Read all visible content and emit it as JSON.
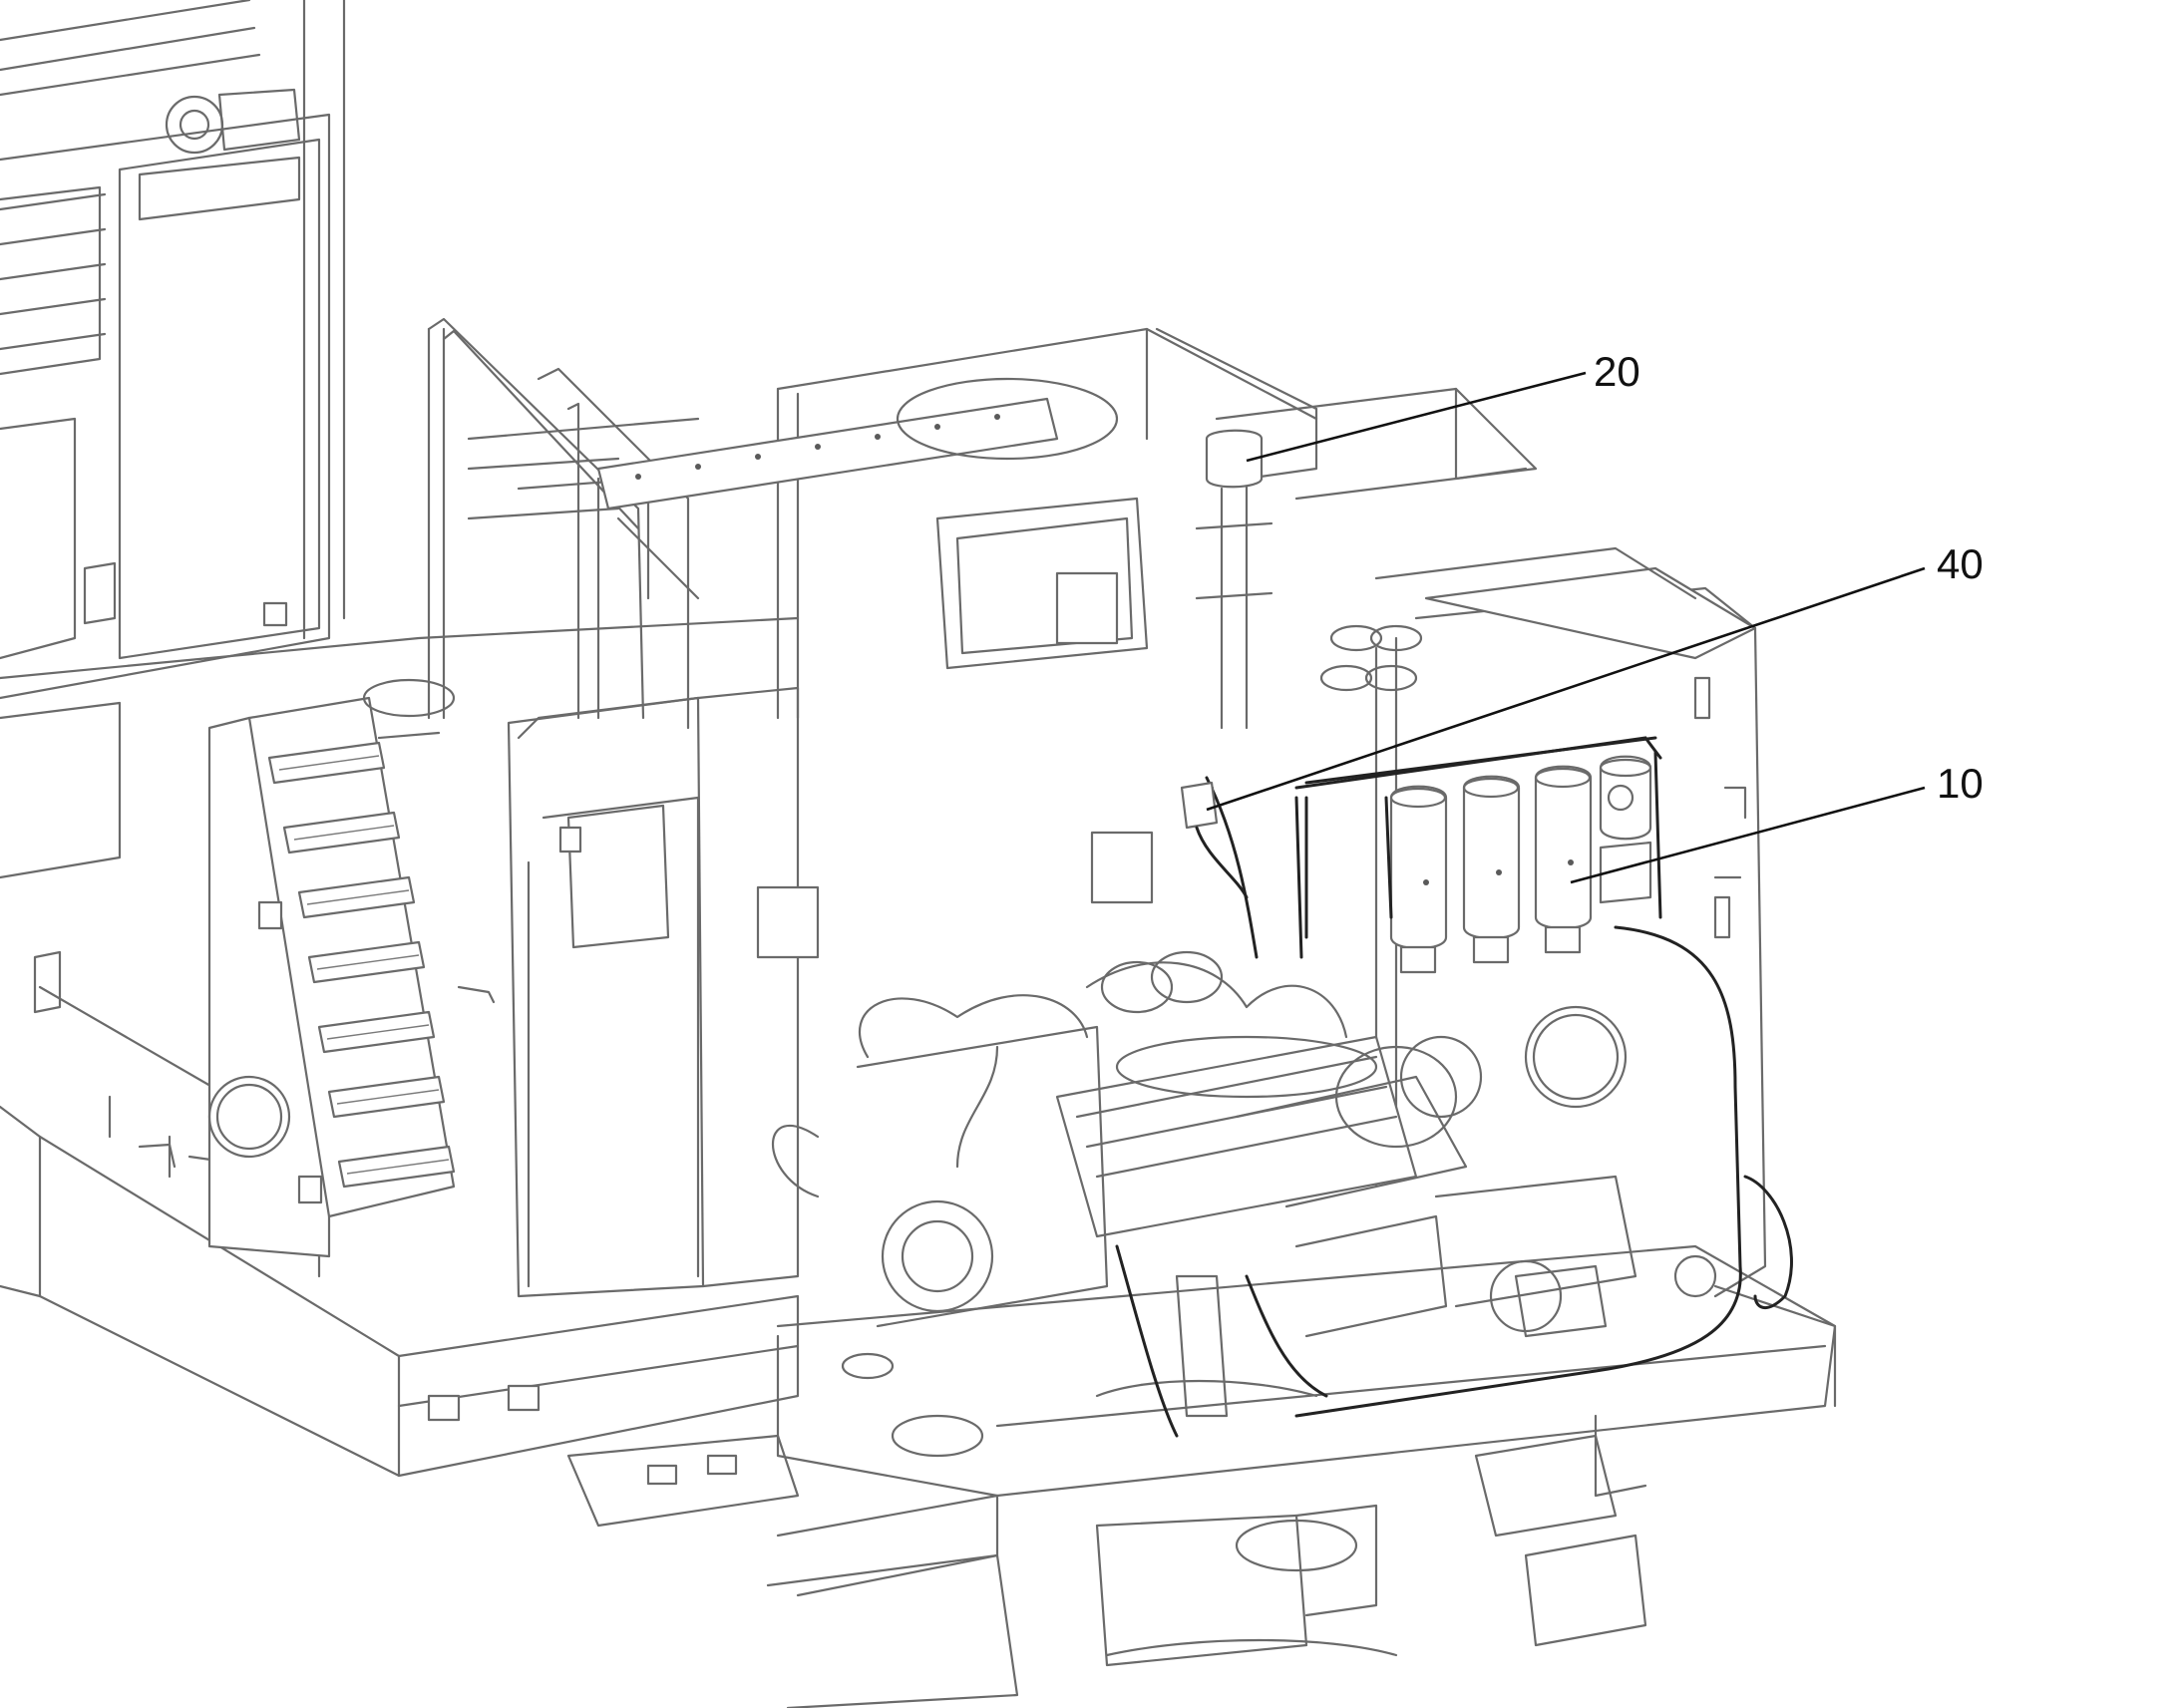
{
  "callouts": [
    {
      "id": "20",
      "label": "20"
    },
    {
      "id": "40",
      "label": "40"
    },
    {
      "id": "10",
      "label": "10"
    }
  ],
  "colors": {
    "line": "#6a6a6a",
    "leader": "#111111",
    "background": "#ffffff"
  }
}
